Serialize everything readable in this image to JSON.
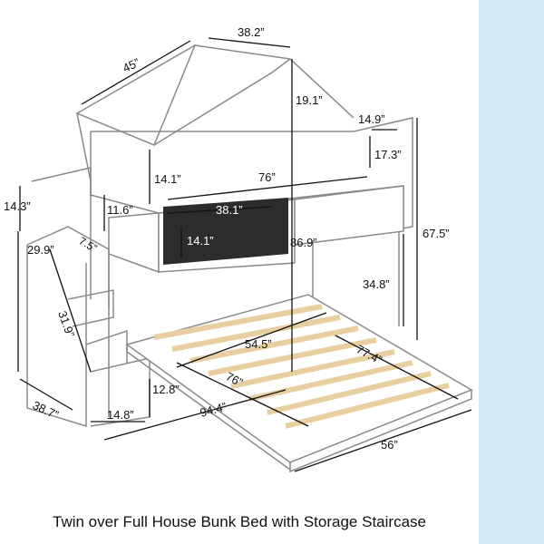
{
  "caption": "Twin over Full House Bunk Bed with Storage Staircase",
  "dimensions": {
    "roof_width": "38.2”",
    "roof_length": "45”",
    "roof_height": "19.1”",
    "guardrail_gap": "14.9”",
    "guardrail_gap_height": "17.3”",
    "top_rail_height": "14.1”",
    "top_length": "76”",
    "stair_rail": "14.3”",
    "stair_rail_inner": "11.6”",
    "board_width": "38.1”",
    "board_height": "14.1”",
    "step_depth": "7.5”",
    "stair_height": "29.9”",
    "total_height_inner": "86.9”",
    "total_height": "67.5”",
    "stair_run": "31.9”",
    "under_clearance": "34.8”",
    "bottom_width": "54.5”",
    "bottom_length_diag": "77.4”",
    "bottom_inner_length": "76”",
    "stair_drawer_height": "12.8”",
    "stair_depth": "38.7”",
    "stair_width": "14.8”",
    "total_length": "94.4”",
    "total_width": "56”"
  },
  "colors": {
    "frame": "#ffffff",
    "outline": "#8a8a8a",
    "slat": "#e8cfa0",
    "board": "#2c2c2c",
    "strip": "#d6ecf8"
  }
}
